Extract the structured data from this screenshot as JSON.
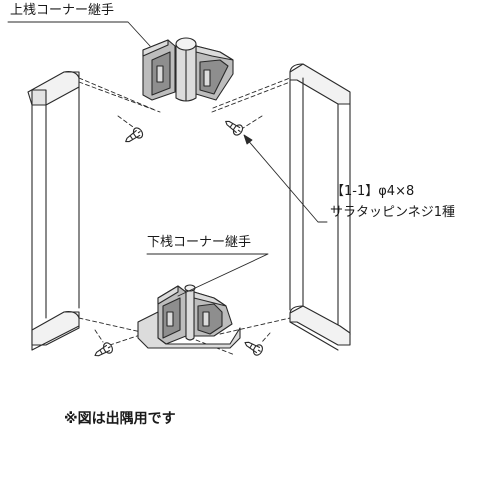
{
  "labels": {
    "upper_joint": "上桟コーナー継手",
    "lower_joint": "下桟コーナー継手",
    "screw_ref": "【1-1】φ4×8",
    "screw_name": "サラタッピンネジ1種",
    "note": "※図は出隅用です"
  },
  "colors": {
    "line": "#2a2a2a",
    "panel_face": "#ffffff",
    "panel_top": "#f2f2f2",
    "panel_side": "#e3e3e3",
    "joint_fill": "#bdbdbd",
    "joint_dark": "#8e8e8e",
    "joint_light": "#dcdcdc"
  }
}
